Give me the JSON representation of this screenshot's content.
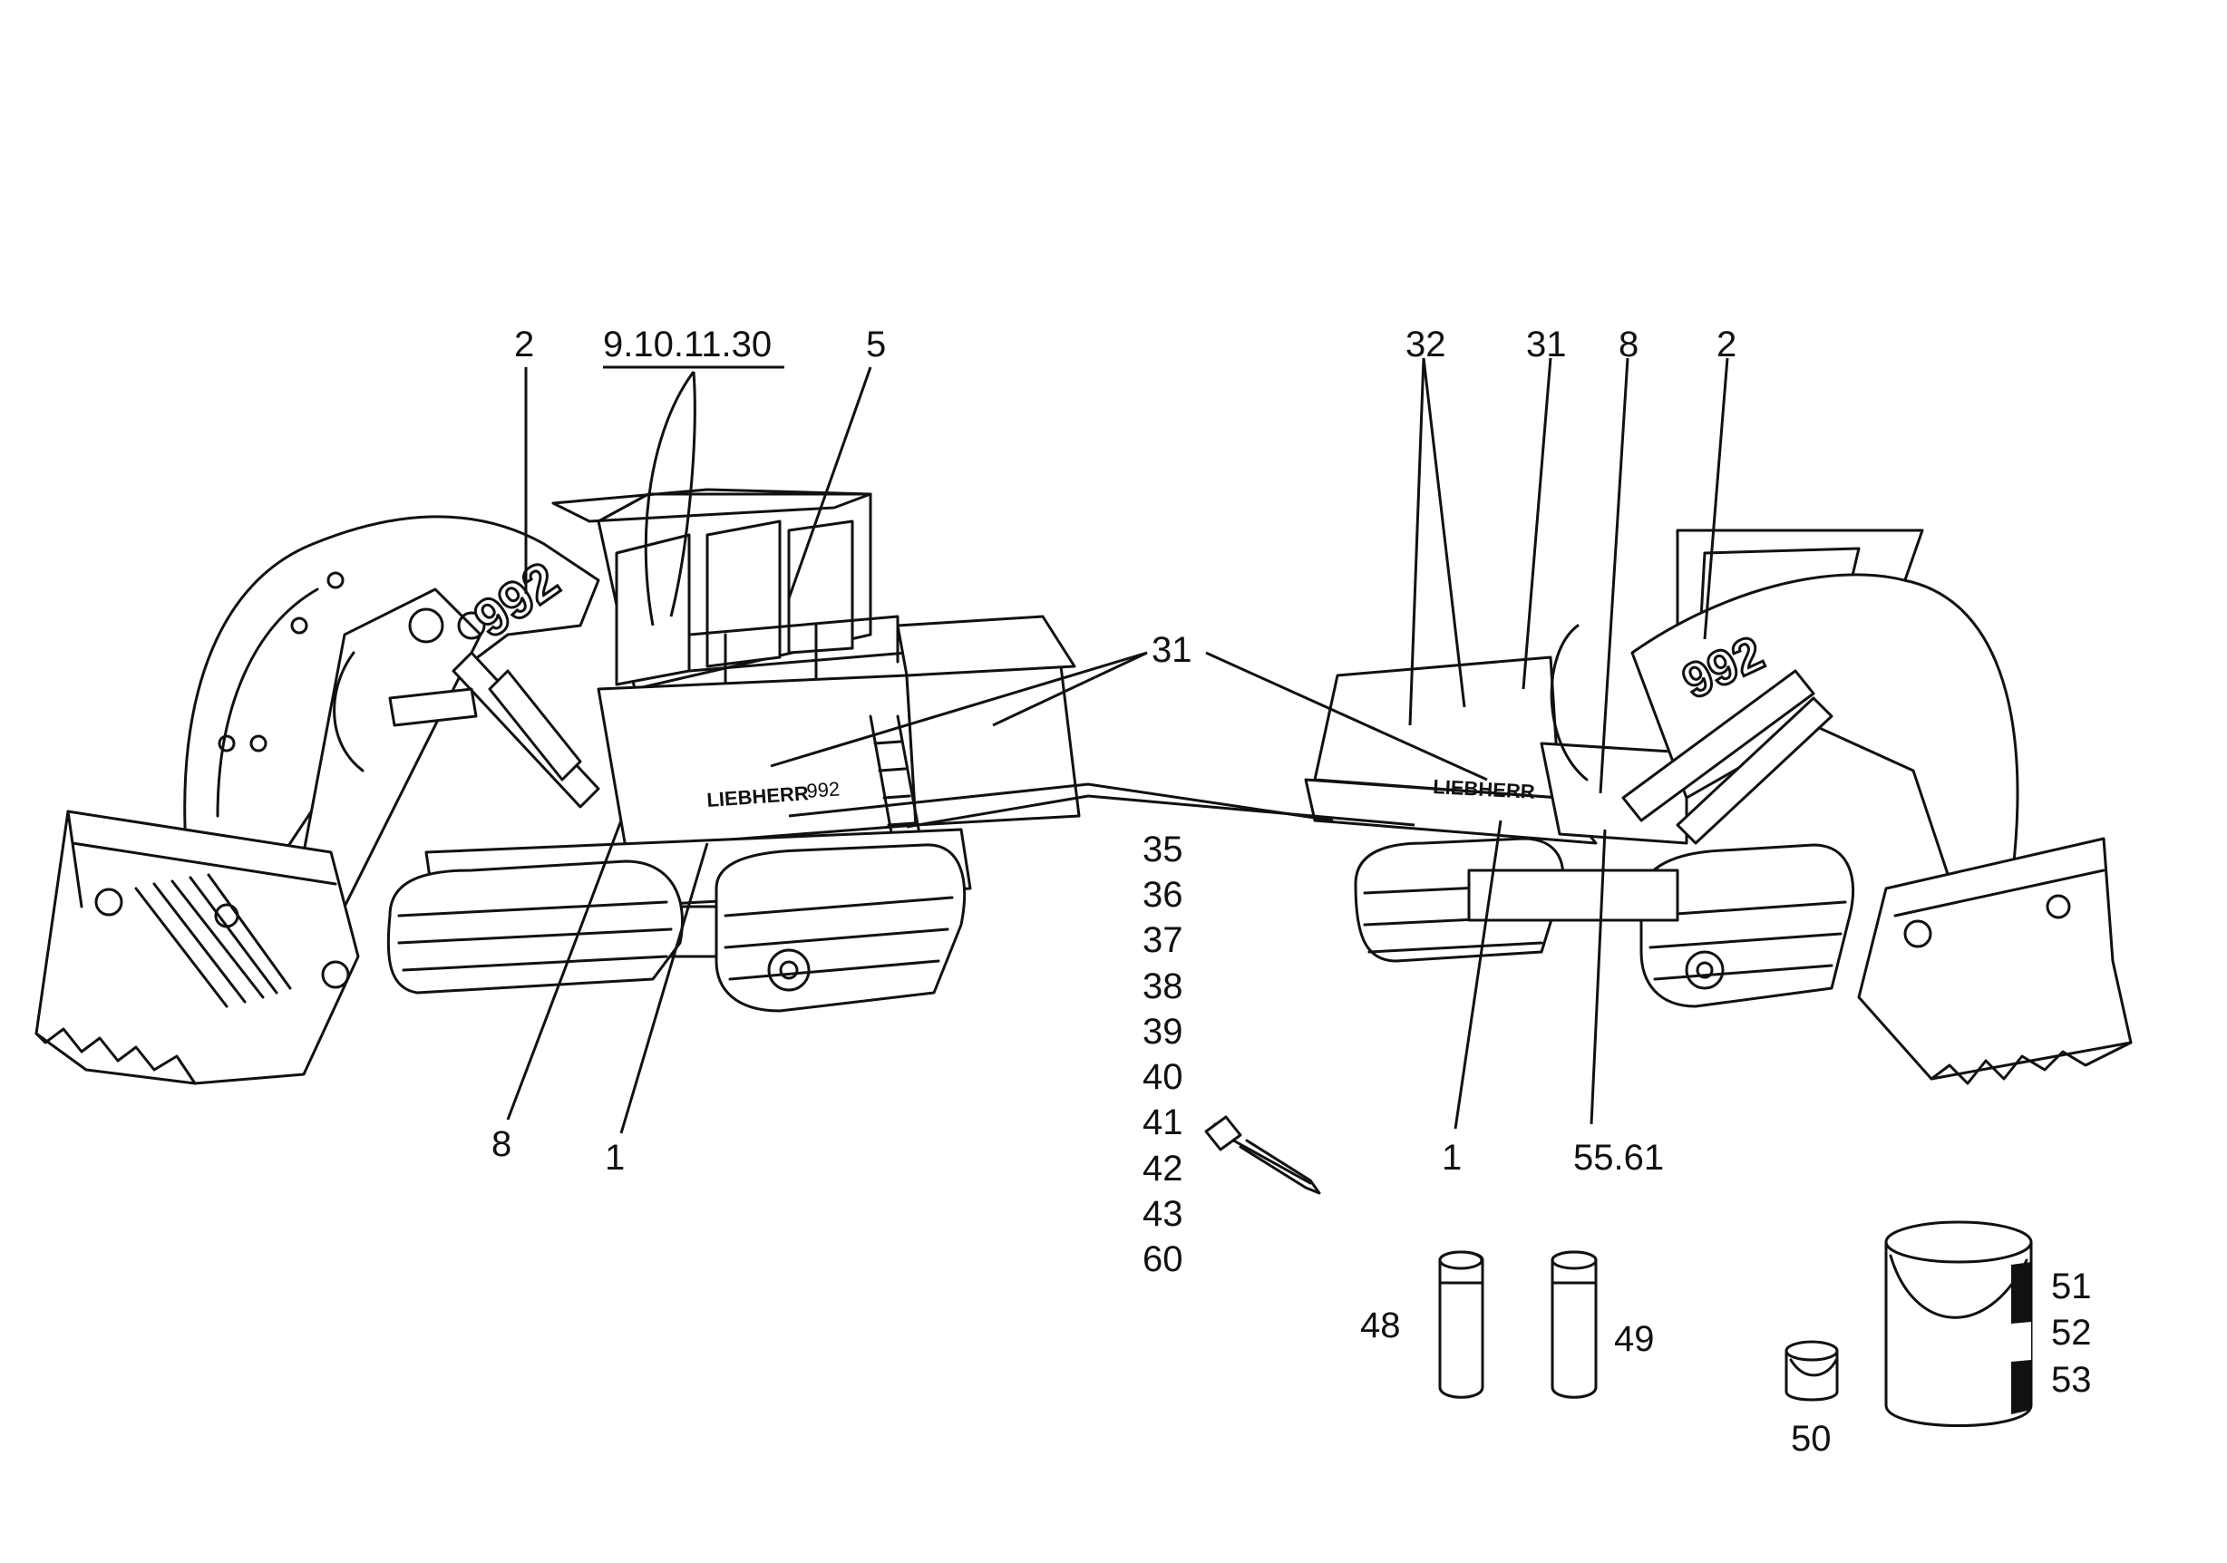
{
  "callouts": {
    "left_2": "2",
    "left_9_10_11_30": "9.10.11.30",
    "left_5": "5",
    "left_8": "8",
    "left_1": "1",
    "center_31": "31",
    "right_32": "32",
    "right_31": "31",
    "right_8": "8",
    "right_2": "2",
    "right_1": "1",
    "right_55_61": "55.61"
  },
  "fastener_list": [
    "35",
    "36",
    "37",
    "38",
    "39",
    "40",
    "41",
    "42",
    "43",
    "60"
  ],
  "consumables": {
    "spray_can_a": "48",
    "spray_can_b": "49",
    "small_paint_tin": "50",
    "paint_bucket_codes": [
      "51",
      "52",
      "53"
    ]
  },
  "machine_markings": {
    "boom_model": "992",
    "brand": "LIEBHERR",
    "side_model": "992"
  },
  "icons": [
    "excavator-left",
    "excavator-right",
    "rivet-icon",
    "spray-can-icon",
    "paint-tin-icon",
    "paint-bucket-icon"
  ]
}
